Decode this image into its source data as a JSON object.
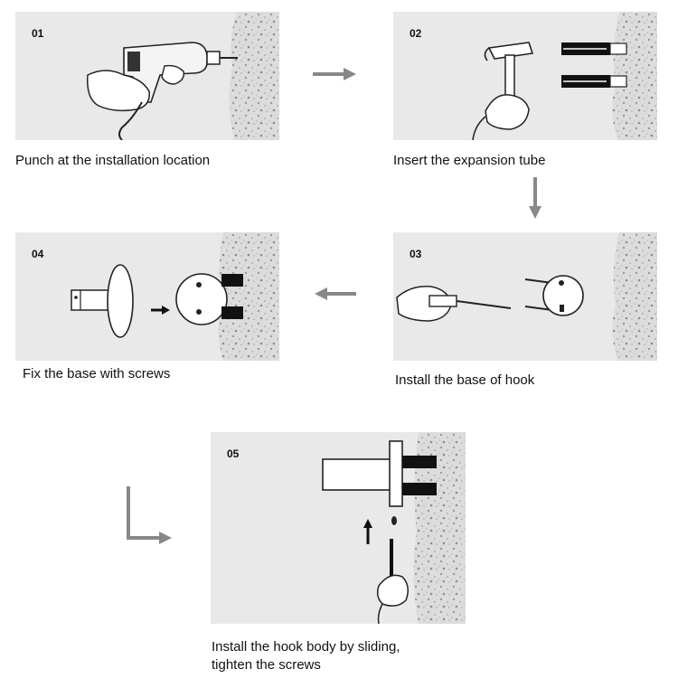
{
  "steps": [
    {
      "number": "01",
      "caption": "Punch at the installation location"
    },
    {
      "number": "02",
      "caption": "Insert the expansion tube"
    },
    {
      "number": "03",
      "caption": "Install the base of hook"
    },
    {
      "number": "04",
      "caption": "Fix the base with screws"
    },
    {
      "number": "05",
      "caption_line1": "Install the hook body by sliding,",
      "caption_line2": "tighten the screws"
    }
  ],
  "colors": {
    "panel": "#e9e9e9",
    "arrow": "#888888",
    "wall": "#d7d7d7",
    "ink": "#111111"
  }
}
